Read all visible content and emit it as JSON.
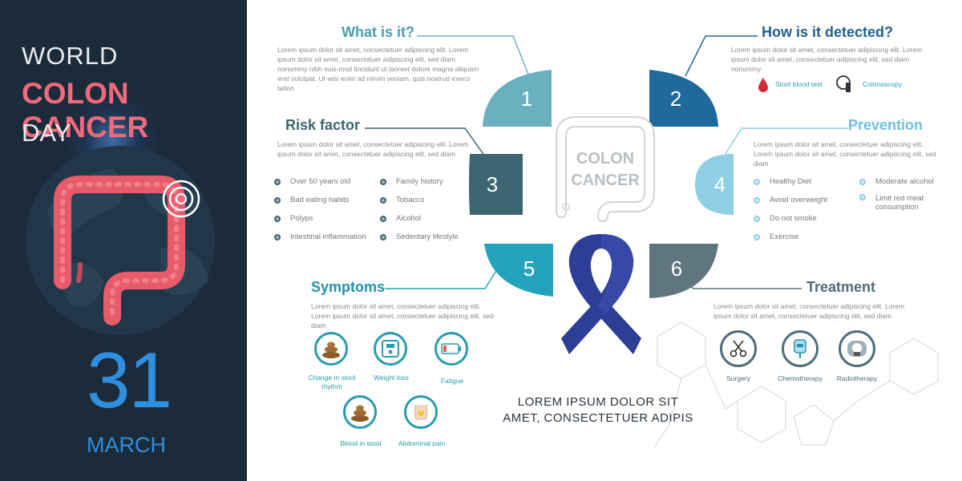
{
  "left_panel": {
    "line1": "WORLD",
    "line2": "COLON CANCER",
    "line3": "DAY",
    "date_number": "31",
    "date_month": "MARCH"
  },
  "center": {
    "colon_label_line1": "COLON",
    "colon_label_line2": "CANCER",
    "footer_line1": "LOREM IPSUM DOLOR SIT",
    "footer_line2": "AMET, CONSECTETUER ADIPIS"
  },
  "sections": {
    "what": {
      "number": "1",
      "title": "What is it?",
      "text": "Lorem ipsum dolor sit amet, consectetuer adipiscing elit. Lorem ipsum dolor sit amet, consectetuer adipiscing elit, sed diam nonummy nibh euis-mod tincidunt ut laoreet dolore magna aliquam erat volutpat. Ut wisi enim ad minim veniam, quis nostrud exerci tation"
    },
    "detected": {
      "number": "2",
      "title": "How is it detected?",
      "text": "Lorem ipsum dolor sit amet, consectetuer adipiscing elit. Lorem ipsum dolor sit amet, consectetuer adipiscing elit, sed diam nonummy",
      "items": [
        {
          "icon": "blood-drop-icon",
          "label": "Stool blood test"
        },
        {
          "icon": "colonoscope-icon",
          "label": "Colonoscopy"
        }
      ]
    },
    "risk": {
      "number": "3",
      "title": "Risk factor",
      "text": "Lorem ipsum dolor sit amet, consectetuer adipiscing elit. Lorem ipsum dolor sit amet, consectetuer adipiscing elit, sed diam",
      "col1": [
        "Over 50 years old",
        "Bad eating habits",
        "Polyps",
        "Intestinal inflammation"
      ],
      "col2": [
        "Family history",
        "Tobacco",
        "Alcohol",
        "Sedentary lifestyle"
      ]
    },
    "prevention": {
      "number": "4",
      "title": "Prevention",
      "text": "Lorem ipsum dolor sit amet, consectetuer adipiscing elit. Lorem ipsum dolor sit amet, consectetuer adipiscing elit, sed diam",
      "col1": [
        "Healthy Diet",
        "Avoid overweight",
        "Do not smoke",
        "Exercise"
      ],
      "col2": [
        "Moderate alcohol",
        "Limit red meat consumption"
      ]
    },
    "symptoms": {
      "number": "5",
      "title": "Symptoms",
      "text": "Lorem ipsum dolor sit amet, consectetuer adipiscing elit. Lorem ipsum dolor sit amet, consectetuer adipiscing elit, sed diam",
      "items": [
        {
          "icon": "stool-icon",
          "label": "Change in stool rhythm"
        },
        {
          "icon": "scale-icon",
          "label": "Weight loss"
        },
        {
          "icon": "battery-icon",
          "label": "Fatigue"
        },
        {
          "icon": "stool-icon",
          "label": "Blood in stool"
        },
        {
          "icon": "abdomen-icon",
          "label": "Abdominal pain"
        }
      ]
    },
    "treatment": {
      "number": "6",
      "title": "Treatment",
      "text": "Lorem ipsum dolor sit amet, consectetuer adipiscing elit. Lorem ipsum dolor sit amet, consectetuer adipiscing elit, sed diam",
      "items": [
        {
          "icon": "scissors-icon",
          "label": "Surgery"
        },
        {
          "icon": "iv-bag-icon",
          "label": "Chemotherapy"
        },
        {
          "icon": "mri-scanner-icon",
          "label": "Radiotherapy"
        }
      ]
    }
  },
  "colors": {
    "panel_bg": "#1c2b3a",
    "accent_pink": "#f06a7a",
    "accent_blue": "#2f8fdf",
    "petal1": "#6ab0bf",
    "petal2": "#1f6a9a",
    "petal3": "#3d6673",
    "petal4": "#8fcfe6",
    "petal5": "#24a3bd",
    "petal6": "#5f7580",
    "ribbon": "#2d3e96"
  }
}
